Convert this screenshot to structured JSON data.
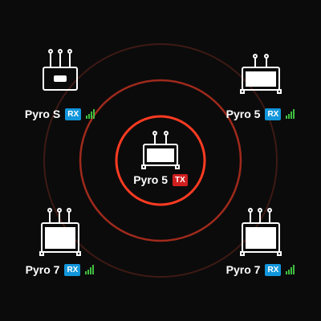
{
  "colors": {
    "background": "#0b0b0b",
    "ring_inner": "#ff3b22",
    "ring_middle": "#a02a1c",
    "ring_outer": "#3e1a14",
    "rx_badge": "#1296db",
    "tx_badge": "#d11f1f",
    "signal": "#3fbf3f",
    "icon_stroke": "#ffffff"
  },
  "center": {
    "name": "Pyro 5",
    "badge": "TX",
    "icon": "monitor-4-antenna-icon"
  },
  "devices": [
    {
      "id": "top-left",
      "name": "Pyro S",
      "badge": "RX",
      "icon": "receiver-3-antenna-icon",
      "signal": "signal-bars-icon"
    },
    {
      "id": "top-right",
      "name": "Pyro 5",
      "badge": "RX",
      "icon": "monitor-4-antenna-icon",
      "signal": "signal-bars-icon"
    },
    {
      "id": "bottom-left",
      "name": "Pyro 7",
      "badge": "RX",
      "icon": "monitor-4-antenna-icon",
      "signal": "signal-bars-icon"
    },
    {
      "id": "bottom-right",
      "name": "Pyro 7",
      "badge": "RX",
      "icon": "monitor-4-antenna-icon",
      "signal": "signal-bars-icon"
    }
  ]
}
